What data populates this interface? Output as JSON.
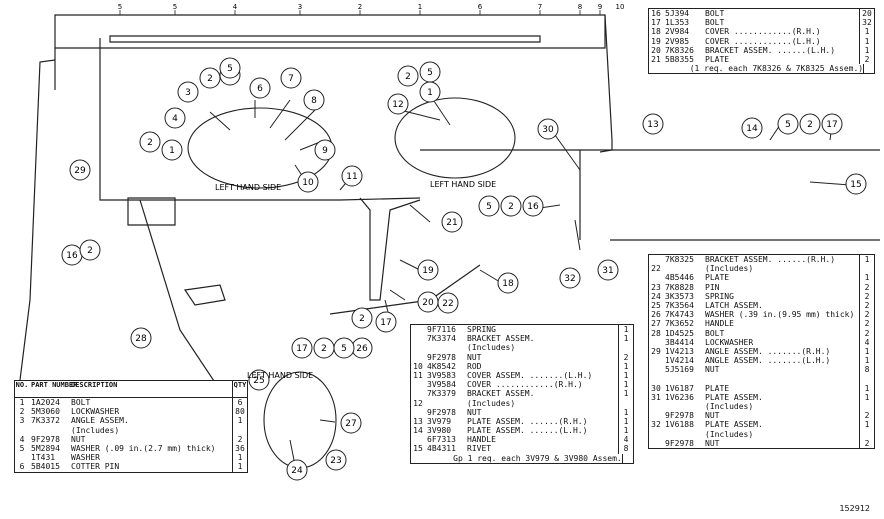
{
  "top_ruler": [
    "5",
    "5",
    "4",
    "3",
    "2",
    "1",
    "6",
    "7",
    "8",
    "9",
    "10"
  ],
  "labels": {
    "left_hand_side_1": "LEFT HAND SIDE",
    "left_hand_side_2": "LEFT HAND SIDE",
    "left_hand_side_3": "LEFT HAND SIDE"
  },
  "callouts": [
    "1",
    "2",
    "3",
    "4",
    "5",
    "6",
    "7",
    "8",
    "9",
    "10",
    "11",
    "12",
    "13",
    "14",
    "15",
    "16",
    "17",
    "18",
    "19",
    "20",
    "21",
    "22",
    "23",
    "24",
    "25",
    "26",
    "27",
    "28",
    "29",
    "30",
    "31",
    "32"
  ],
  "table_top_right": [
    {
      "idx": "16",
      "part": "5J394",
      "desc": "BOLT",
      "qty": "20"
    },
    {
      "idx": "17",
      "part": "1L353",
      "desc": "BOLT",
      "qty": "32"
    },
    {
      "idx": "18",
      "part": "2V984",
      "desc": "COVER ............(R.H.)",
      "qty": "1"
    },
    {
      "idx": "19",
      "part": "2V985",
      "desc": "COVER ............(L.H.)",
      "qty": "1"
    },
    {
      "idx": "20",
      "part": "7K8326",
      "desc": "BRACKET ASSEM. ......(L.H.)",
      "qty": "1"
    },
    {
      "idx": "21",
      "part": "5B8355",
      "desc": "PLATE",
      "qty": "2"
    },
    {
      "idx": "",
      "part": "",
      "desc": "(1 req. each 7K8326 & 7K8325 Assem.)",
      "qty": ""
    }
  ],
  "table_mid_right": [
    {
      "idx": "",
      "part": "7K8325",
      "desc": "BRACKET ASSEM. ......(R.H.)",
      "qty": "1"
    },
    {
      "idx": "22",
      "part": "",
      "desc": "(Includes)",
      "qty": ""
    },
    {
      "idx": "",
      "part": "4B5446",
      "desc": "PLATE",
      "qty": "1"
    },
    {
      "idx": "23",
      "part": "7K8828",
      "desc": "PIN",
      "qty": "2"
    },
    {
      "idx": "24",
      "part": "3K3573",
      "desc": "SPRING",
      "qty": "2"
    },
    {
      "idx": "25",
      "part": "7K3564",
      "desc": "LATCH ASSEM.",
      "qty": "2"
    },
    {
      "idx": "26",
      "part": "7K4743",
      "desc": "WASHER (.39 in.(9.95 mm) thick)",
      "qty": "2"
    },
    {
      "idx": "27",
      "part": "7K3652",
      "desc": "HANDLE",
      "qty": "2"
    },
    {
      "idx": "28",
      "part": "1D4525",
      "desc": "BOLT",
      "qty": "2"
    },
    {
      "idx": "",
      "part": "3B4414",
      "desc": "LOCKWASHER",
      "qty": "4"
    },
    {
      "idx": "29",
      "part": "1V4213",
      "desc": "ANGLE ASSEM. .......(R.H.)",
      "qty": "1"
    },
    {
      "idx": "",
      "part": "1V4214",
      "desc": "ANGLE ASSEM. .......(L.H.)",
      "qty": "1"
    },
    {
      "idx": "",
      "part": "5J5169",
      "desc": "NUT",
      "qty": "8"
    },
    {
      "idx": "",
      "part": "",
      "desc": "",
      "qty": ""
    },
    {
      "idx": "30",
      "part": "1V6187",
      "desc": "PLATE",
      "qty": "1"
    },
    {
      "idx": "31",
      "part": "1V6236",
      "desc": "PLATE ASSEM.",
      "qty": "1"
    },
    {
      "idx": "",
      "part": "",
      "desc": "(Includes)",
      "qty": ""
    },
    {
      "idx": "",
      "part": "9F2978",
      "desc": "NUT",
      "qty": "2"
    },
    {
      "idx": "32",
      "part": "1V6188",
      "desc": "PLATE ASSEM.",
      "qty": "1"
    },
    {
      "idx": "",
      "part": "",
      "desc": "(Includes)",
      "qty": ""
    },
    {
      "idx": "",
      "part": "9F2978",
      "desc": "NUT",
      "qty": "2"
    }
  ],
  "table_bottom_mid": [
    {
      "idx": "",
      "part": "9F7116",
      "desc": "SPRING",
      "qty": "1"
    },
    {
      "idx": "",
      "part": "7K3374",
      "desc": "BRACKET ASSEM.",
      "qty": "1"
    },
    {
      "idx": "",
      "part": "",
      "desc": "(Includes)",
      "qty": ""
    },
    {
      "idx": "",
      "part": "9F2978",
      "desc": "NUT",
      "qty": "2"
    },
    {
      "idx": "10",
      "part": "4K8542",
      "desc": "ROD",
      "qty": "1"
    },
    {
      "idx": "11",
      "part": "3V9583",
      "desc": "COVER ASSEM. .......(L.H.)",
      "qty": "1"
    },
    {
      "idx": "",
      "part": "3V9584",
      "desc": "COVER ............(R.H.)",
      "qty": "1"
    },
    {
      "idx": "",
      "part": "7K3379",
      "desc": "BRACKET ASSEM.",
      "qty": "1"
    },
    {
      "idx": "12",
      "part": "",
      "desc": "(Includes)",
      "qty": ""
    },
    {
      "idx": "",
      "part": "9F2978",
      "desc": "NUT",
      "qty": "1"
    },
    {
      "idx": "13",
      "part": "3V979",
      "desc": "PLATE ASSEM. ......(R.H.)",
      "qty": "1"
    },
    {
      "idx": "14",
      "part": "3V980",
      "desc": "PLATE ASSEM. ......(L.H.)",
      "qty": "1"
    },
    {
      "idx": "",
      "part": "6F7313",
      "desc": "HANDLE",
      "qty": "4"
    },
    {
      "idx": "15",
      "part": "4B4311",
      "desc": "RIVET",
      "qty": "8"
    },
    {
      "idx": "",
      "part": "",
      "desc": "Gp 1 req. each 3V979 & 3V980 Assem.",
      "qty": ""
    }
  ],
  "table_bottom_left": {
    "headers": {
      "idx": "NO.",
      "part": "PART NUMBER",
      "desc": "DESCRIPTION",
      "qty": "QTY"
    },
    "rows": [
      {
        "idx": "1",
        "part": "1A2024",
        "desc": "BOLT",
        "qty": "6"
      },
      {
        "idx": "2",
        "part": "5M3060",
        "desc": "LOCKWASHER",
        "qty": "80"
      },
      {
        "idx": "3",
        "part": "7K3372",
        "desc": "ANGLE ASSEM.",
        "qty": "1"
      },
      {
        "idx": "",
        "part": "",
        "desc": "(Includes)",
        "qty": ""
      },
      {
        "idx": "4",
        "part": "9F2978",
        "desc": "NUT",
        "qty": "2"
      },
      {
        "idx": "5",
        "part": "5M2894",
        "desc": "WASHER (.09 in.(2.7 mm) thick)",
        "qty": "36"
      },
      {
        "idx": "",
        "part": "1T431",
        "desc": "WASHER",
        "qty": "1"
      },
      {
        "idx": "6",
        "part": "5B4015",
        "desc": "COTTER PIN",
        "qty": "1"
      }
    ]
  },
  "figure_number": "152912"
}
